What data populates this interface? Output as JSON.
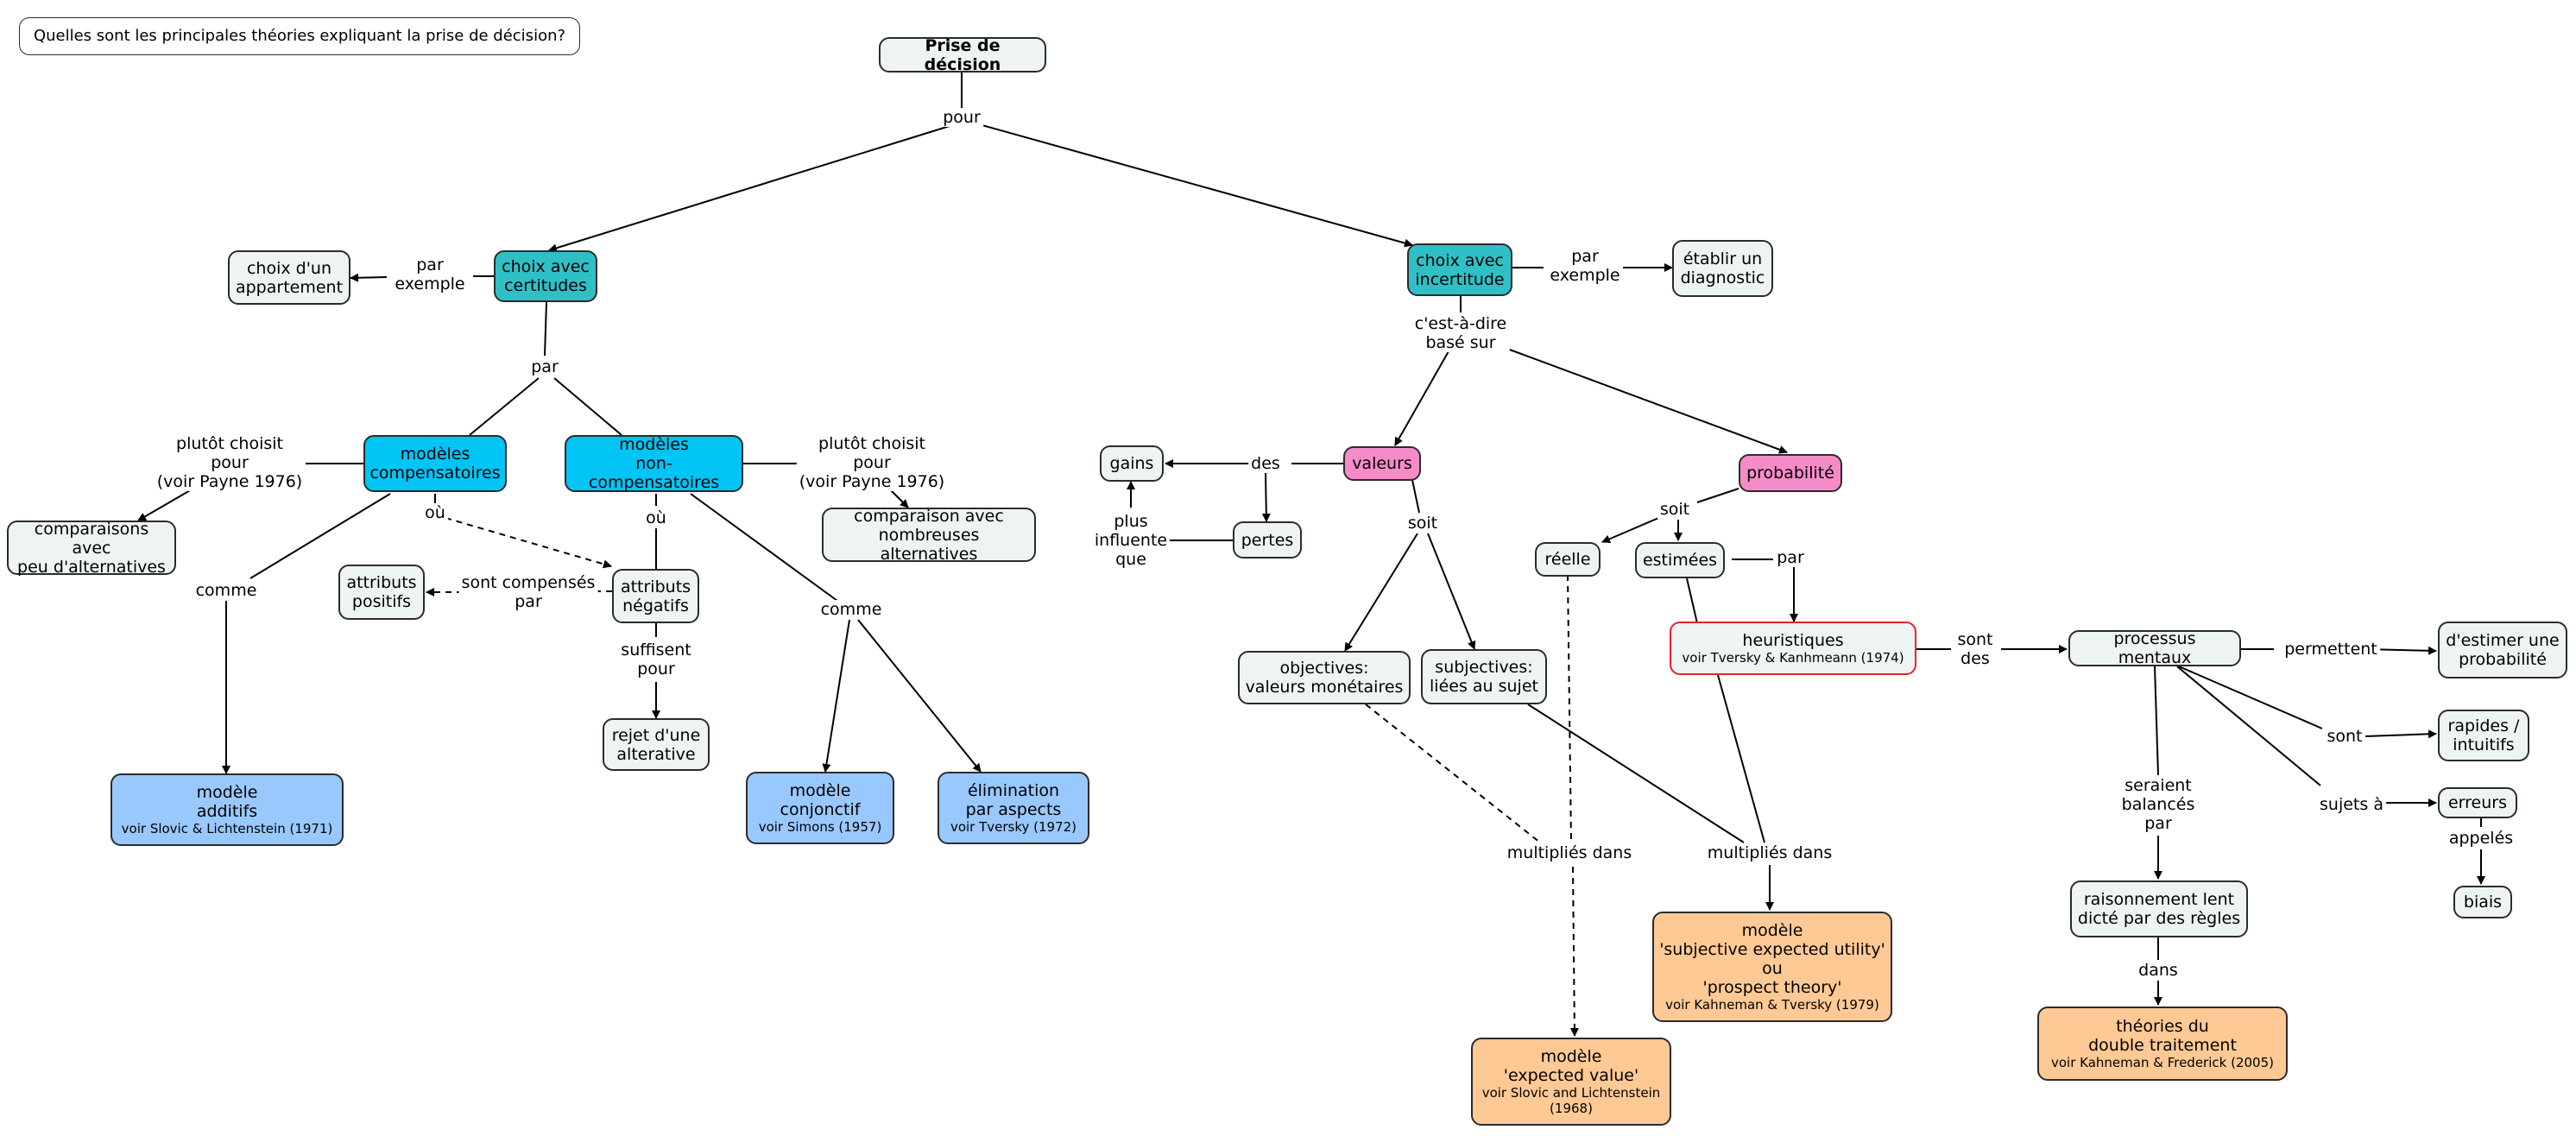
{
  "question": "Quelles sont les principales théories expliquant la prise de décision?",
  "nodes": {
    "root": {
      "text": "Prise de décision"
    },
    "certitudes": {
      "text": "choix avec\ncertitudes"
    },
    "incertitude": {
      "text": "choix avec\nincertitude"
    },
    "appartement": {
      "text": "choix d'un\nappartement"
    },
    "diagnostic": {
      "text": "établir un\ndiagnostic"
    },
    "compensatoires": {
      "text": "modèles\ncompensatoires"
    },
    "noncomp": {
      "text": "modèles\nnon-compensatoires"
    },
    "peu_alt": {
      "text": "comparaisons avec\npeu d'alternatives"
    },
    "nomb_alt": {
      "text": "comparaison avec\nnombreuses alternatives"
    },
    "attr_pos": {
      "text": "attributs\npositifs"
    },
    "attr_neg": {
      "text": "attributs\nnégatifs"
    },
    "rejet": {
      "text": "rejet d'une\nalterative"
    },
    "additifs": {
      "text": "modèle\nadditifs",
      "ref": "voir Slovic & Lichtenstein (1971)"
    },
    "conjonctif": {
      "text": "modèle\nconjonctif",
      "ref": "voir Simons (1957)"
    },
    "elimination": {
      "text": "élimination\npar aspects",
      "ref": "voir Tversky (1972)"
    },
    "gains": {
      "text": "gains"
    },
    "pertes": {
      "text": "pertes"
    },
    "valeurs": {
      "text": "valeurs"
    },
    "probabilite": {
      "text": "probabilité"
    },
    "objectives": {
      "text": "objectives:\nvaleurs monétaires"
    },
    "subjectives": {
      "text": "subjectives:\nliées au sujet"
    },
    "reelle": {
      "text": "réelle"
    },
    "estimees": {
      "text": "estimées"
    },
    "heuristiques": {
      "text": "heuristiques",
      "ref": "voir Tversky & Kanhmeann (1974)"
    },
    "processus": {
      "text": "processus mentaux"
    },
    "estimer": {
      "text": "d'estimer une\nprobabilité"
    },
    "rapides": {
      "text": "rapides /\nintuitifs"
    },
    "erreurs": {
      "text": "erreurs"
    },
    "biais": {
      "text": "biais"
    },
    "raisonnement": {
      "text": "raisonnement lent\ndicté par des règles"
    },
    "double": {
      "text": "théories du\ndouble traitement",
      "ref": "voir Kahneman & Frederick (2005)"
    },
    "seu": {
      "text": "modèle\n'subjective expected utility'\nou\n'prospect theory'",
      "ref": "voir Kahneman & Tversky (1979)"
    },
    "ev": {
      "text": "modèle\n'expected value'",
      "ref": "voir Slovic and Lichtenstein\n(1968)"
    }
  },
  "links": {
    "pour": "pour",
    "par_exemple_1": "par\nexemple",
    "par_exemple_2": "par\nexemple",
    "par": "par",
    "cest_a_dire": "c'est-à-dire\nbasé sur",
    "plutot_1": "plutôt choisit\npour\n(voir Payne 1976)",
    "plutot_2": "plutôt choisit\npour\n(voir Payne 1976)",
    "ou_1": "où",
    "ou_2": "où",
    "compenses": "sont compensés\npar",
    "suffisent": "suffisent\npour",
    "comme_1": "comme",
    "comme_2": "comme",
    "des": "des",
    "plus_influente": "plus\ninfluente\nque",
    "soit_1": "soit",
    "soit_2": "soit",
    "par_2": "par",
    "sont_des": "sont\ndes",
    "permettent": "permettent",
    "sont": "sont",
    "sujets_a": "sujets à",
    "appeles": "appelés",
    "seraient": "seraient\nbalancés\npar",
    "dans": "dans",
    "multiplies_1": "multipliés dans",
    "multiplies_2": "multipliés dans"
  }
}
